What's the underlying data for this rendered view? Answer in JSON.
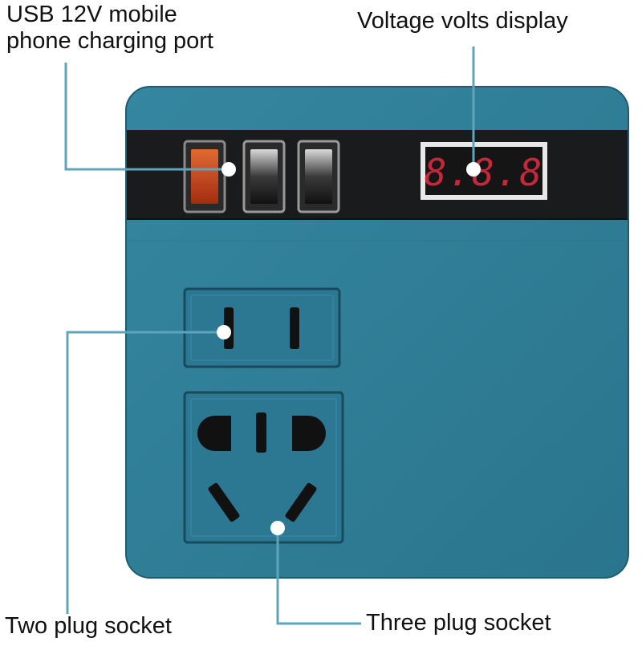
{
  "callouts": {
    "usb_port": "USB 12V mobile\nphone charging port",
    "voltage_display": "Voltage volts display",
    "two_plug": "Two plug socket",
    "three_plug": "Three plug socket"
  },
  "display": {
    "reading": "8.8.8"
  },
  "colors": {
    "body": "#2f7f98",
    "body_dark": "#226378",
    "strip": "#1a1b1c",
    "display_red": "#c4283a",
    "usb_orange": "#c0401f",
    "leader": "#5fa4bd"
  }
}
